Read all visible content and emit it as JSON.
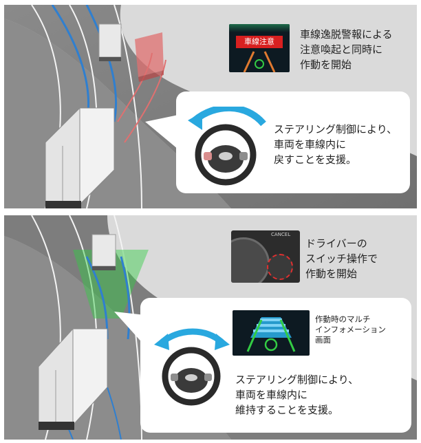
{
  "top_panel": {
    "warning_display_text": "車線注意",
    "warning_caption": "車線逸脱警報による\n注意喚起と同時に\n作動を開始",
    "assist_caption": "ステアリング制御により、\n車両を車線内に\n戻すことを支援。"
  },
  "bottom_panel": {
    "switch_panel_text": "CANCEL",
    "switch_caption": "ドライバーの\nスイッチ操作で\n作動を開始",
    "multi_info_caption": "作動時のマルチ\nインフォメーション\n画面",
    "assist_caption": "ステアリング制御により、\n車両を車線内に\n維持することを支援。"
  },
  "colors": {
    "road": "#7f7f7f",
    "road_shoulder": "#bfbfbf",
    "lane_blue": "#2f7fd0",
    "ghost_truck_red": "#e07070",
    "warning_red": "#d82020",
    "assist_green": "#33cc44",
    "arrow_blue": "#29a8df",
    "screen_dark": "#0d1a22"
  }
}
